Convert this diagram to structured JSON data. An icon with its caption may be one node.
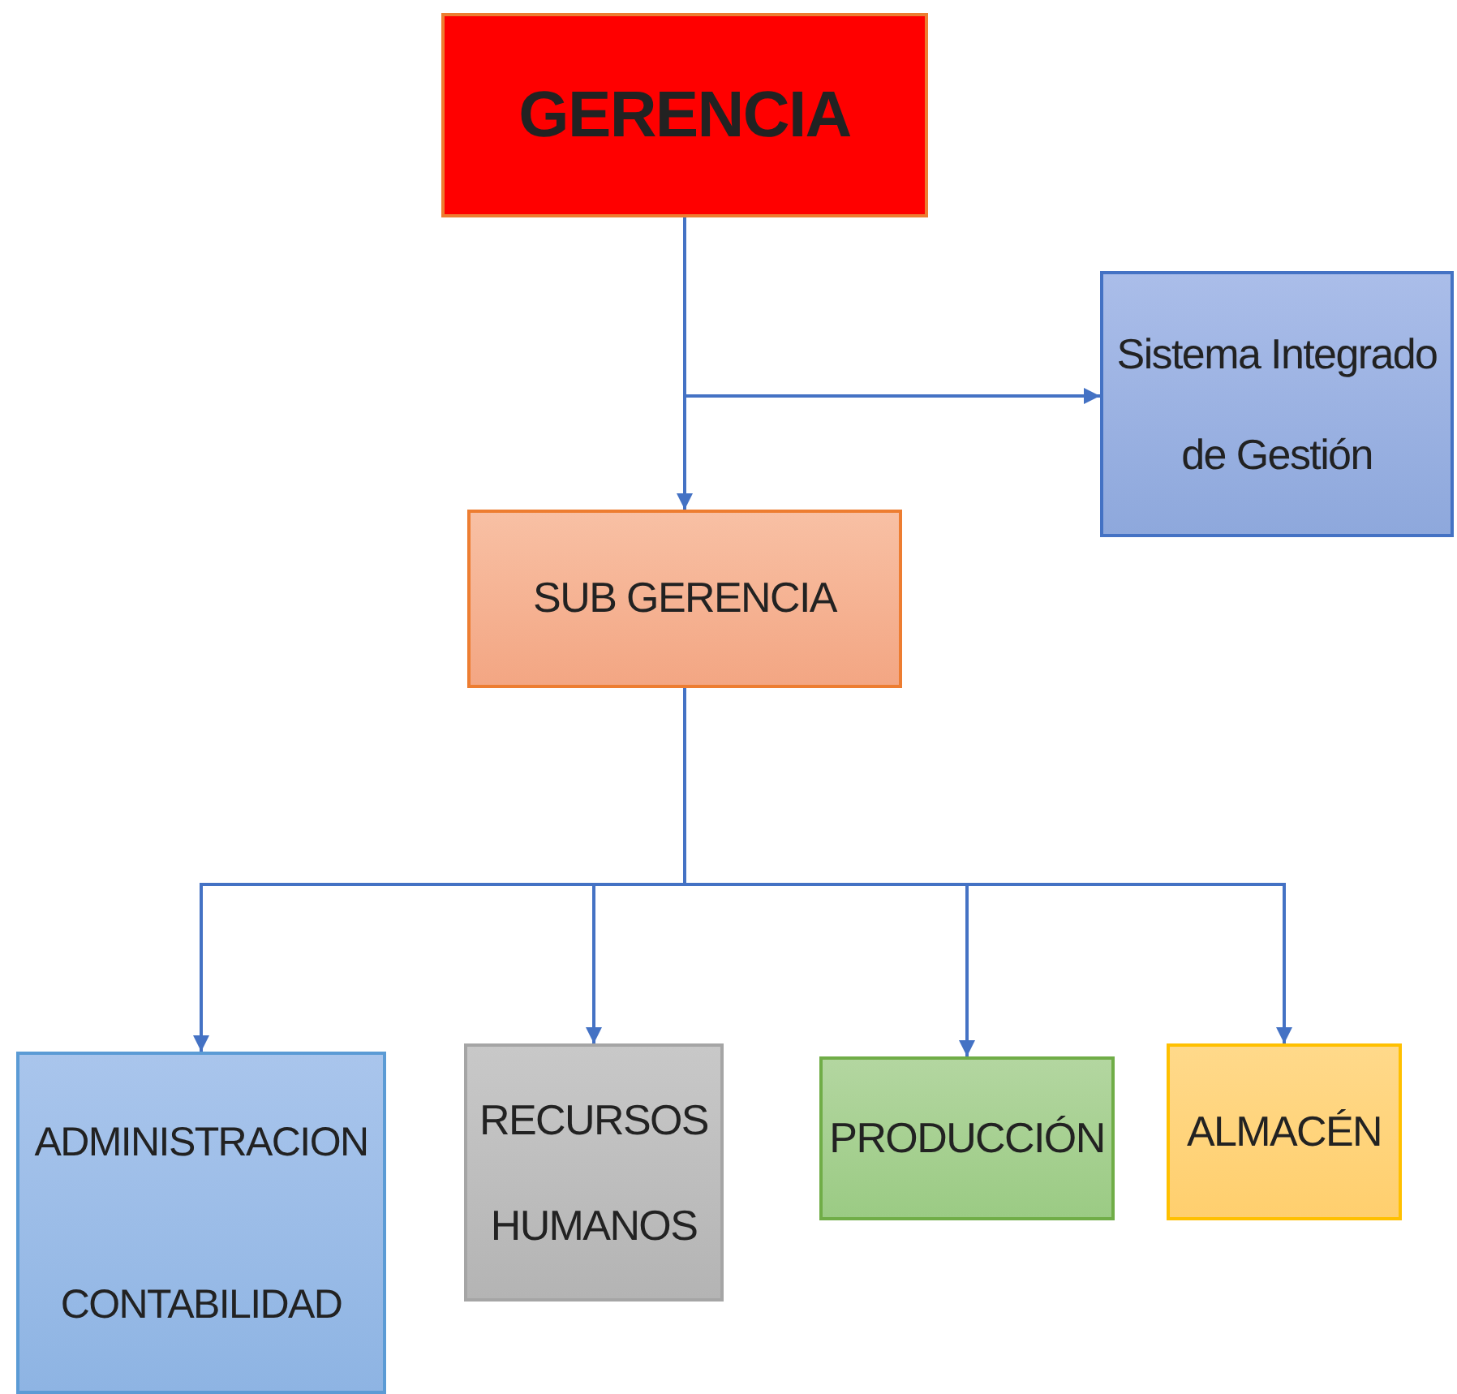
{
  "diagram": {
    "nodes": [
      {
        "text": [
          "GERENCIA"
        ]
      },
      {
        "text": [
          "Sistema Integrado de Gestión"
        ]
      },
      {
        "text": [
          "SUB GERENCIA"
        ]
      },
      {
        "text": [
          "ADMINISTRACION CONTABILIDAD"
        ]
      },
      {
        "text": [
          "RECURSOS HUMANOS"
        ]
      },
      {
        "text": [
          "PRODUCCIÓN"
        ]
      },
      {
        "text": [
          "ALMACÉN"
        ]
      }
    ],
    "edges": [
      {
        "from": 0,
        "to": 2,
        "arrow": "to"
      },
      {
        "from": 0,
        "to": 1,
        "arrow": "to"
      },
      {
        "from": 2,
        "to": 3,
        "arrow": "to"
      },
      {
        "from": 2,
        "to": 4,
        "arrow": "to"
      },
      {
        "from": 2,
        "to": 5,
        "arrow": "to"
      },
      {
        "from": 2,
        "to": 6,
        "arrow": "to"
      }
    ]
  }
}
